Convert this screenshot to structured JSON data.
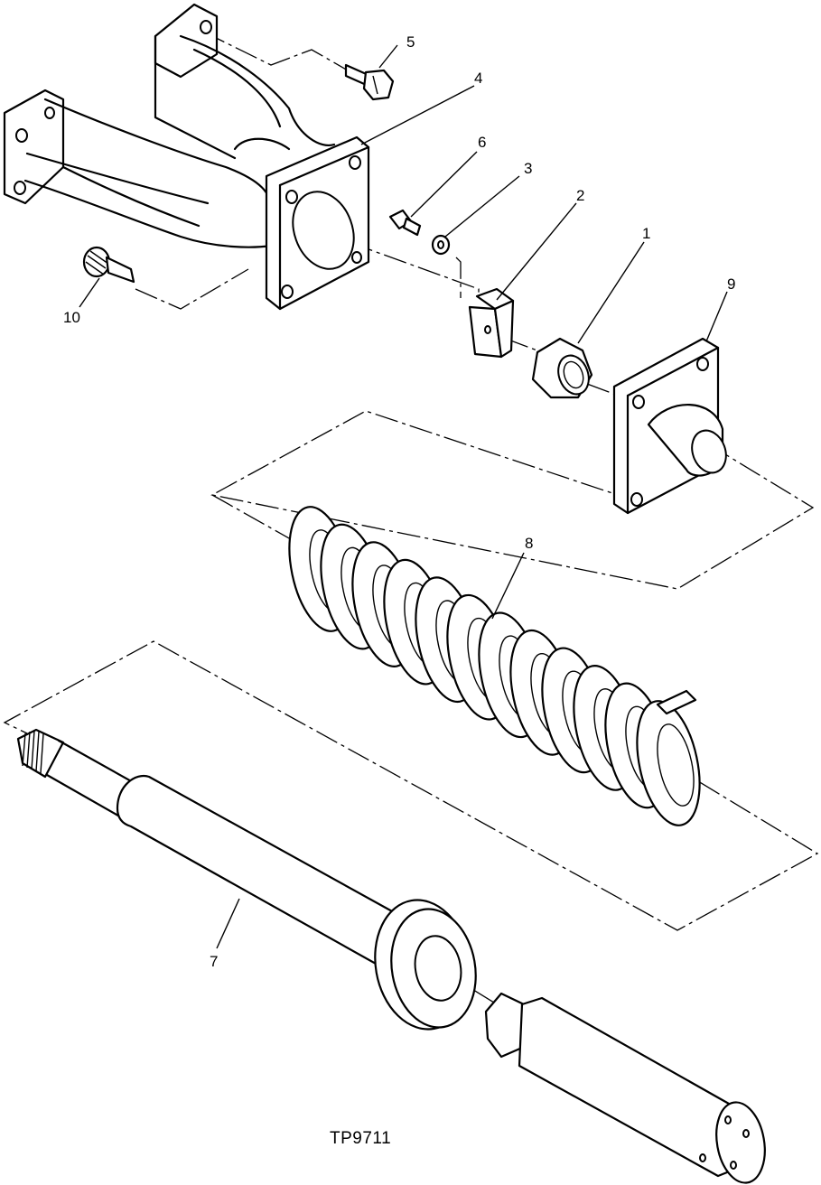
{
  "callouts": {
    "c1": "1",
    "c2": "2",
    "c3": "3",
    "c4": "4",
    "c5": "5",
    "c6": "6",
    "c7": "7",
    "c8": "8",
    "c9": "9",
    "c10": "10"
  },
  "figure_ref": "TP9711"
}
